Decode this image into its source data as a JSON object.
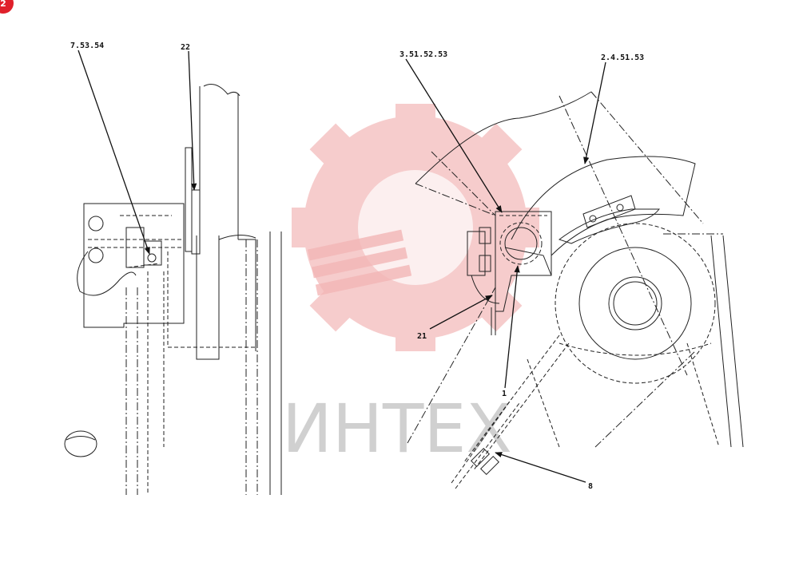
{
  "page_badge": "2",
  "watermark": {
    "text": "ИНТЕХ",
    "color": "#f3b8b8"
  },
  "callouts": {
    "c1": "7.53.54",
    "c2": "22",
    "c3": "3.51.52.53",
    "c4": "2.4.51.53",
    "c5": "21",
    "c6": "1",
    "c7": "8"
  }
}
